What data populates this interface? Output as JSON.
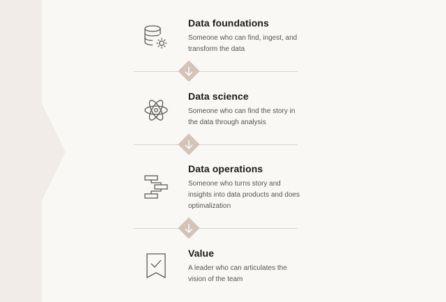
{
  "steps": [
    {
      "title": "Data foundations",
      "description": "Someone who can find, ingest, and transform the data",
      "icon": "database-gear-icon"
    },
    {
      "title": "Data science",
      "description": "Someone who can find the story in the data through analysis",
      "icon": "atom-icon"
    },
    {
      "title": "Data operations",
      "description": "Someone who turns story and insights into data products and does optimalization",
      "icon": "flow-blocks-icon"
    },
    {
      "title": "Value",
      "description": "A leader who can articulates the vision of the team",
      "icon": "ribbon-check-icon"
    }
  ],
  "colors": {
    "background": "#faf8f5",
    "side_panel": "#f1ece8",
    "divider": "#d9cfc9",
    "connector": "#d4c3b9",
    "icon_stroke": "#5a5a5a"
  }
}
